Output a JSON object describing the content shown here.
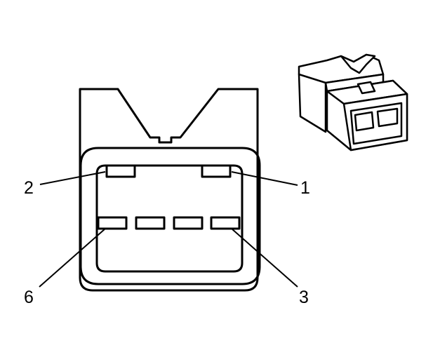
{
  "diagram": {
    "style": {
      "stroke": "#000000",
      "fill": "#ffffff"
    },
    "labels": {
      "pin_1": "1",
      "pin_2": "2",
      "pin_3": "3",
      "pin_6": "6"
    }
  }
}
